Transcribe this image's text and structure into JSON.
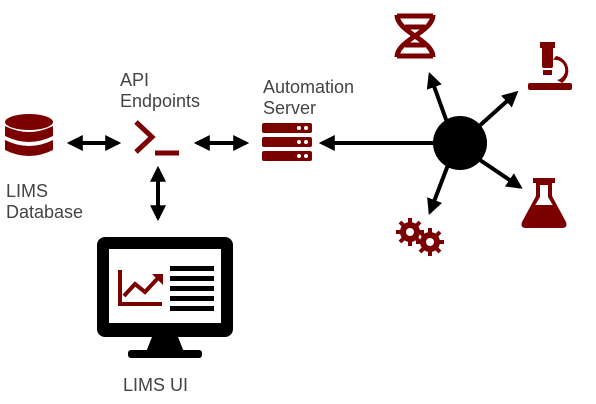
{
  "nodes": {
    "database": {
      "label": "LIMS\nDatabase",
      "icon": "database-icon"
    },
    "api": {
      "label": "API\nEndpoints",
      "icon": "terminal-prompt-icon"
    },
    "automation": {
      "label": "Automation\nServer",
      "icon": "server-rack-icon"
    },
    "ui": {
      "label": "LIMS UI",
      "icon": "monitor-dashboard-icon"
    },
    "hub": {
      "icon": "hub-node-icon"
    },
    "instruments": [
      {
        "icon": "dna-helix-icon"
      },
      {
        "icon": "microscope-icon"
      },
      {
        "icon": "flask-icon"
      },
      {
        "icon": "gears-icon"
      }
    ]
  },
  "colors": {
    "accent": "#7b0000",
    "line": "#000000",
    "text": "#444444"
  }
}
